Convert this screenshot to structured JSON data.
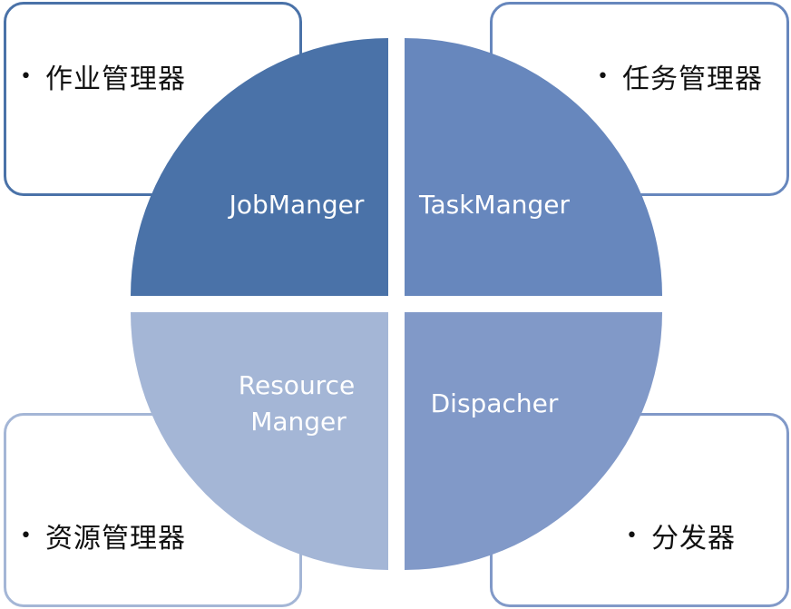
{
  "quadrants": {
    "top_left": {
      "label": "JobManger",
      "color": "#4a72a8"
    },
    "top_right": {
      "label": "TaskManger",
      "color": "#6787bd"
    },
    "bottom_left": {
      "label_line1": "Resource",
      "label_line2": "Manger",
      "color": "#a4b6d6"
    },
    "bottom_right": {
      "label": "Dispacher",
      "color": "#8199c8"
    }
  },
  "boxes": {
    "top_left": {
      "bullet": "•",
      "text": "作业管理器"
    },
    "top_right": {
      "bullet": "•",
      "text": "任务管理器"
    },
    "bottom_left": {
      "bullet": "•",
      "text": "资源管理器"
    },
    "bottom_right": {
      "bullet": "•",
      "text": "分发器"
    }
  }
}
